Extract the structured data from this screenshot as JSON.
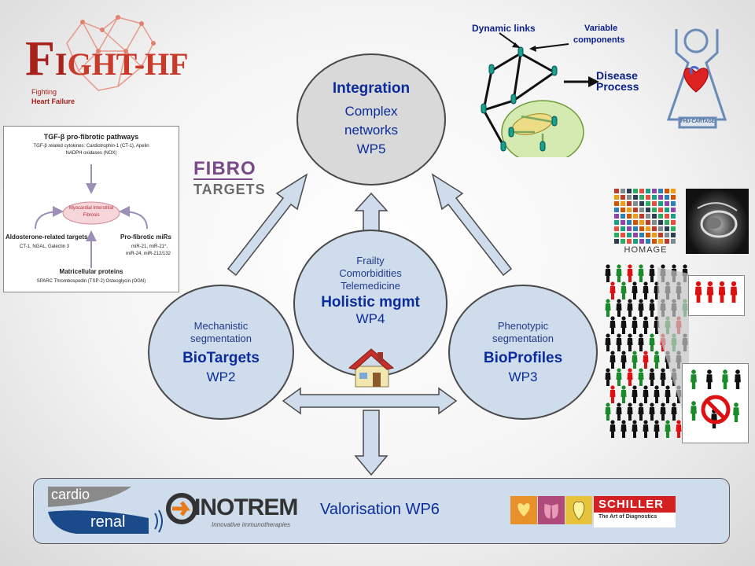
{
  "logo_fight": {
    "title_left": "F",
    "title_i": "I",
    "title_rest": "GHT-HF",
    "sub1": "Fighting",
    "sub2": "Heart Failure"
  },
  "fibro": {
    "line1": "FIBRO",
    "line2": "TARGETS"
  },
  "pathway_box": {
    "title": "TGF-β pro-fibrotic pathways",
    "line1": "TGF-β related cytokines: Cardiotrophin-1 (CT-1), Apelin",
    "line2": "NADPH oxidases (NOX)",
    "center1": "Myocardial Interstitial",
    "center2": "Fibrosis",
    "left_title": "Aldosterone-related targets",
    "left_sub": "CT-1, NGAL, Galectin 3",
    "right_title": "Pro-fibrotic miRs",
    "right_sub1": "miR-21, miR-21*,",
    "right_sub2": "miR-24, miR-212/132",
    "bottom_title": "Matricellular proteins",
    "bottom_sub": "SPARC Thrombospodin (TSP-2) Osteoglycin (OGN)"
  },
  "network": {
    "dynamic": "Dynamic links",
    "variable1": "Variable",
    "variable2": "components",
    "disease1": "Disease",
    "disease2": "Process"
  },
  "fhu": {
    "label": "FHU-CARTAGE"
  },
  "homage": {
    "label": "HOMAGE"
  },
  "integration": {
    "big": "Integration",
    "l1": "Complex",
    "l2": "networks",
    "wp": "WP5"
  },
  "holistic": {
    "l1": "Frailty",
    "l2": "Comorbidities",
    "l3": "Telemedicine",
    "big": "Holistic mgmt",
    "wp": "WP4"
  },
  "biotargets": {
    "l1": "Mechanistic",
    "l2": "segmentation",
    "big": "BioTargets",
    "wp": "WP2"
  },
  "bioprofiles": {
    "l1": "Phenotypic",
    "l2": "segmentation",
    "big": "BioProfiles",
    "wp": "WP3"
  },
  "bottom": {
    "cardio": "cardio",
    "renal": "renal",
    "inotrem": "INOTREM",
    "inotrem_sub": "Innovative immunotherapies",
    "valorisation": "Valorisation WP6",
    "schiller": "SCHILLER",
    "schiller_sub": "The Art of Diagnostics"
  }
}
